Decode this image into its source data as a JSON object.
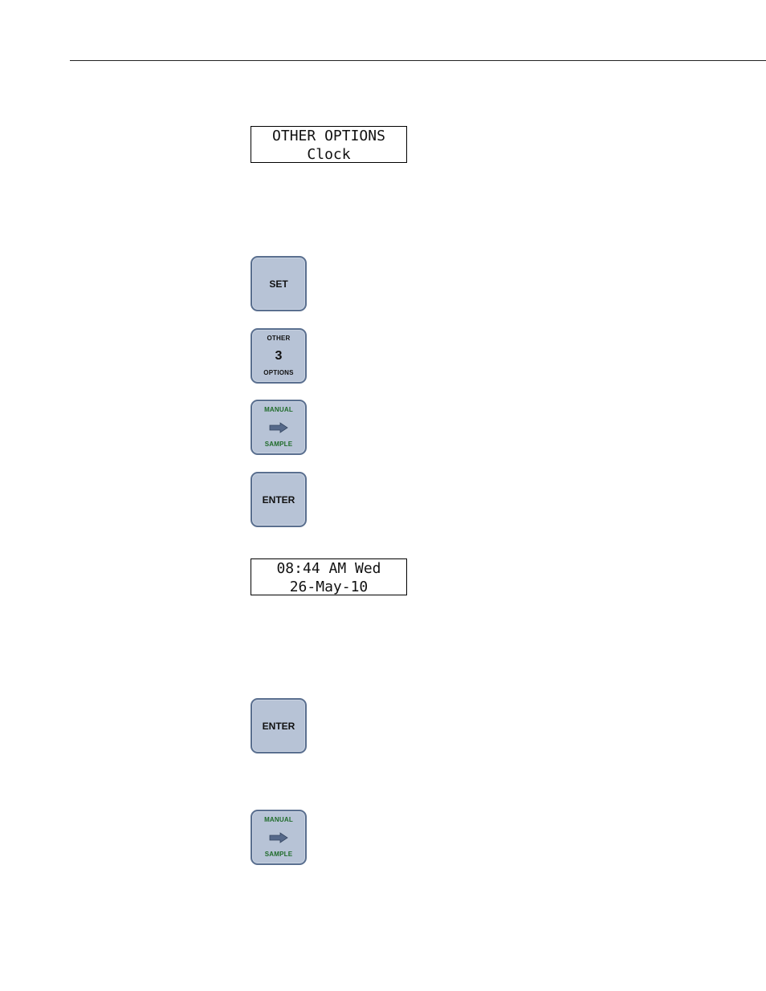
{
  "display_1": {
    "line1": "OTHER OPTIONS",
    "line2": "Clock"
  },
  "keys": {
    "set": {
      "label": "SET"
    },
    "other_options": {
      "top": "OTHER",
      "digit": "3",
      "bottom": "OPTIONS"
    },
    "manual_sample_1": {
      "top": "MANUAL",
      "bottom": "SAMPLE",
      "icon": "right-arrow-icon"
    },
    "enter_1": {
      "label": "ENTER"
    },
    "enter_2": {
      "label": "ENTER"
    },
    "manual_sample_2": {
      "top": "MANUAL",
      "bottom": "SAMPLE",
      "icon": "right-arrow-icon"
    }
  },
  "display_2": {
    "line1": "08:44 AM Wed",
    "line2": "26-May-10"
  },
  "colors": {
    "key_fill": "#b7c3d6",
    "key_border": "#5a6f8f",
    "manual_text": "#1f6b2a",
    "arrow": "#56698a"
  }
}
